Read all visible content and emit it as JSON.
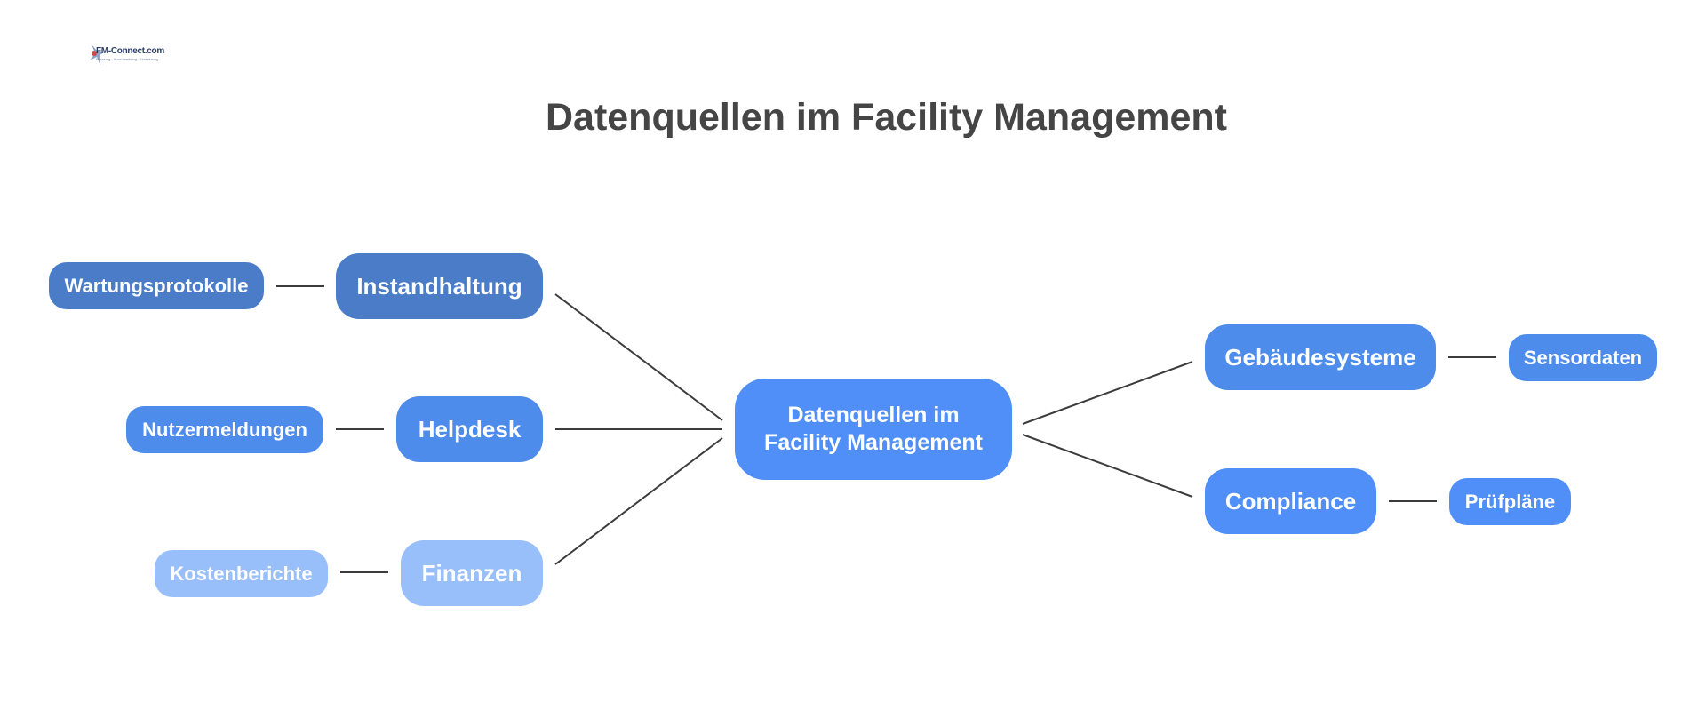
{
  "title": "Datenquellen im Facility Management",
  "logo": {
    "text": "FM-Connect.com",
    "sub": "Beratung · Ausschreibung · Umsetzung"
  },
  "colors": {
    "dark": "#4a7cc7",
    "mid": "#4d8ceb",
    "center": "#4f8ff7",
    "light": "#99bffa",
    "line": "#3c3c3c",
    "title": "#454545"
  },
  "center": {
    "label": "Datenquellen im Facility Management"
  },
  "left_branches": [
    {
      "label": "Instandhaltung",
      "source": "Wartungsprotokolle",
      "shade": "dark"
    },
    {
      "label": "Helpdesk",
      "source": "Nutzermeldungen",
      "shade": "mid"
    },
    {
      "label": "Finanzen",
      "source": "Kostenberichte",
      "shade": "light"
    }
  ],
  "right_branches": [
    {
      "label": "Gebäudesysteme",
      "source": "Sensordaten",
      "shade": "mid"
    },
    {
      "label": "Compliance",
      "source": "Prüfpläne",
      "shade": "center"
    }
  ]
}
